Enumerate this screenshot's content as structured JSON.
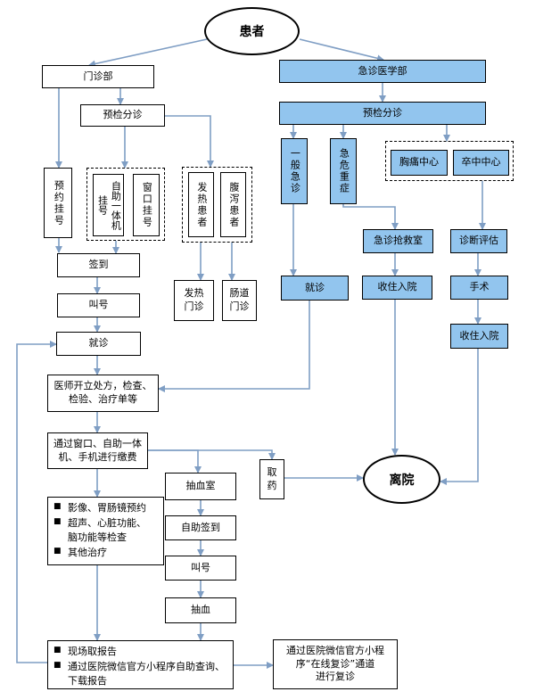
{
  "nodes": {
    "patient": "患者",
    "outpatient": "门诊部",
    "emergency_dept": "急诊医学部",
    "triage_out": "预检分诊",
    "triage_em": "预检分诊",
    "appointment": "预约挂号",
    "self_kiosk": "自助一体机挂号",
    "window_reg": "窗口挂号",
    "fever_patient": "发热患者",
    "diarrhea_patient": "腹泻患者",
    "general_em": "一般急诊",
    "critical": "急危重症",
    "chest_pain": "胸痛中心",
    "stroke": "卒中中心",
    "checkin": "签到",
    "call_num": "叫号",
    "consult": "就诊",
    "fever_clinic": "发热\n门诊",
    "gut_clinic": "肠道\n门诊",
    "em_rescue": "急诊抢救室",
    "diagnosis_eval": "诊断评估",
    "em_consult": "就诊",
    "admit_1": "收住入院",
    "surgery": "手术",
    "admit_2": "收住入院",
    "prescription": "医师开立处方，检查、\n检验、治疗单等",
    "payment": "通过窗口、自助一体\n机、手机进行缴费",
    "blood_room": "抽血室",
    "self_checkin": "自助签到",
    "call_num_2": "叫号",
    "draw_blood": "抽血",
    "pickup_meds": "取\n药",
    "discharge": "离院",
    "followup": "通过医院微信官方小程\n序“在线复诊”通道\n进行复诊"
  },
  "exam_list": [
    "影像、胃肠镜预约",
    "超声、心脏功能、\n脑功能等检查",
    "其他治疗"
  ],
  "report_list": [
    "现场取报告",
    "通过医院微信官方小程序自助查询、\n下载报告"
  ],
  "colors": {
    "emergency_fill": "#92c5ee",
    "arrow": "#7f9ec4"
  },
  "icons": {
    "list_bullet": "black-square"
  }
}
